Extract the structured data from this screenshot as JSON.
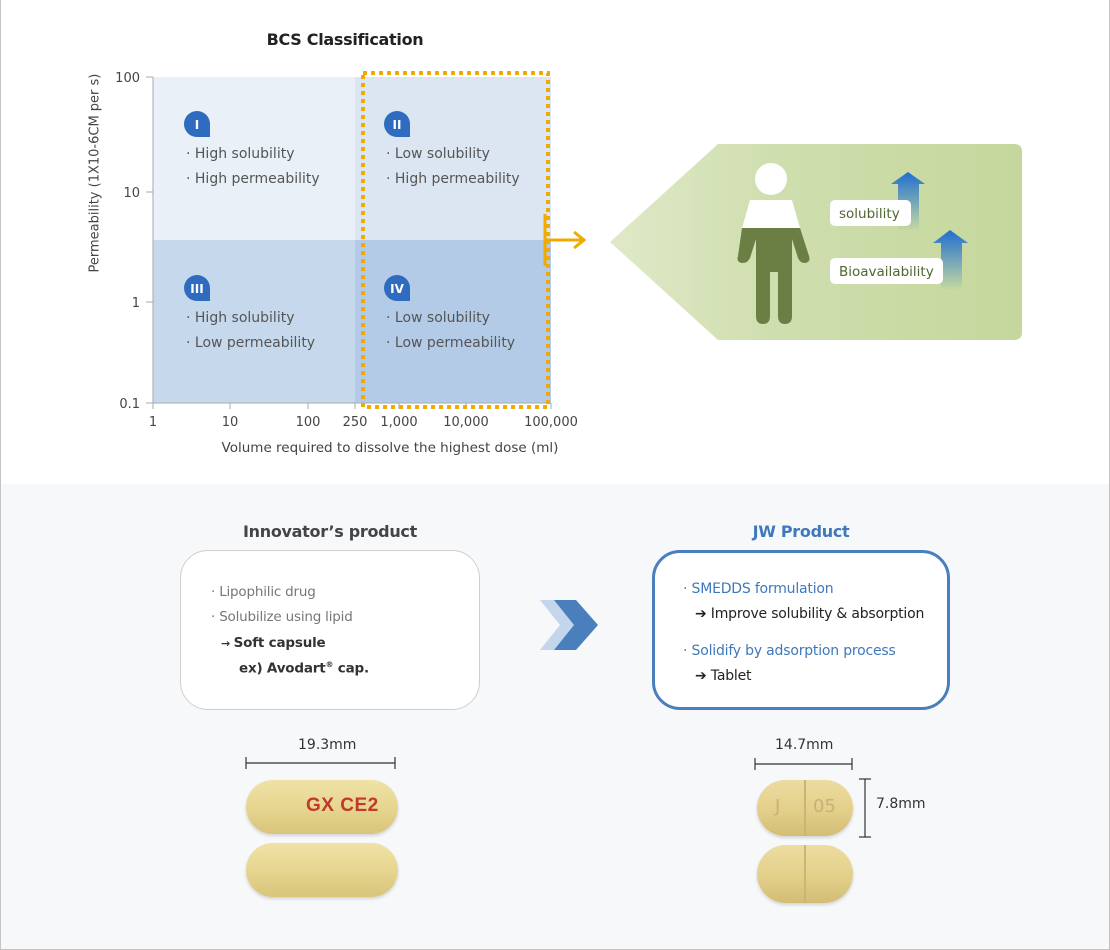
{
  "chart_data": {
    "type": "diagram",
    "title": "BCS Classification",
    "xlabel": "Volume required to dissolve the highest dose (ml)",
    "ylabel": "Permeability (1X10-6CM per s)",
    "x_ticks": [
      "1",
      "10",
      "100",
      "250",
      "1,000",
      "10,000",
      "100,000"
    ],
    "y_ticks": [
      "100",
      "10",
      "1",
      "0.1"
    ],
    "x_scale": "log",
    "y_scale": "log",
    "xlim": [
      1,
      100000
    ],
    "ylim": [
      0.1,
      100
    ],
    "x_boundary": 250,
    "classes": [
      {
        "id": "I",
        "lines": [
          "· High solubility",
          "· High permeability"
        ]
      },
      {
        "id": "II",
        "lines": [
          "· Low solubility",
          "· High permeability"
        ]
      },
      {
        "id": "III",
        "lines": [
          "· High solubility",
          "· Low permeability"
        ]
      },
      {
        "id": "IV",
        "lines": [
          "· Low solubility",
          "· Low permeability"
        ]
      }
    ],
    "highlight": "Low solubility region (Class II & IV)"
  },
  "panel": {
    "labels": [
      "solubility",
      "Bioavailability"
    ],
    "icons": [
      "person-icon",
      "up-arrow-icon"
    ]
  },
  "innovator": {
    "title": "Innovator’s product",
    "bullets": [
      "Lipophilic drug",
      "Solubilize using lipid"
    ],
    "result": "Soft capsule",
    "example_pre": "ex) Avodart",
    "example_sup": "®",
    "example_post": " cap.",
    "length": "19.3mm",
    "imprint": "GX CE2"
  },
  "jw": {
    "title": "JW Product",
    "items": [
      {
        "head": "SMEDDS formulation",
        "result": "Improve solubility & absorption"
      },
      {
        "head": "Solidify by adsorption process",
        "result": "Tablet"
      }
    ],
    "length": "14.7mm",
    "width": "7.8mm",
    "imprint_left": "J",
    "imprint_right": "05"
  },
  "colors": {
    "accent_blue": "#4a7fbd",
    "highlight_orange": "#f0aa00",
    "panel_green": "#c8d9a0",
    "person_green": "#6b7f45"
  }
}
